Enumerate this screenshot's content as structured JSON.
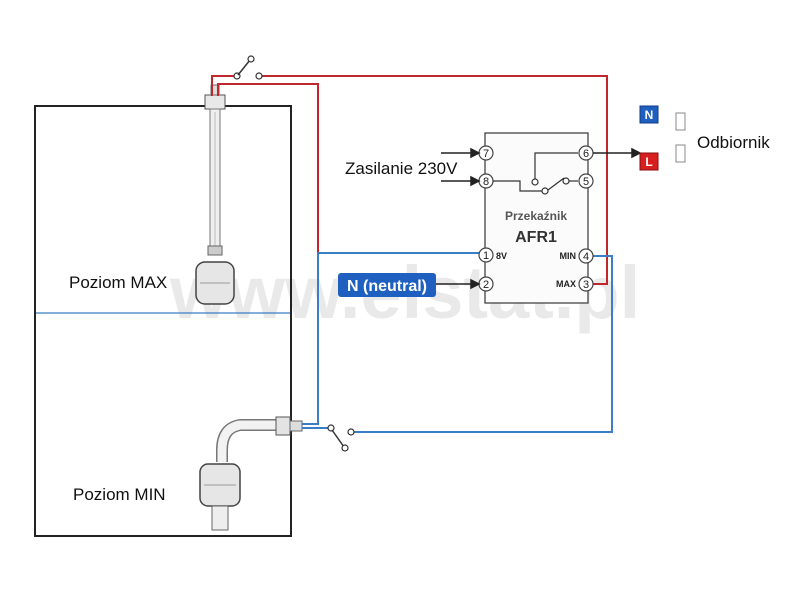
{
  "watermark": "www.elstat.pl",
  "tank": {
    "level_max_label": "Poziom MAX",
    "level_min_label": "Poziom MIN"
  },
  "relay": {
    "title": "Przekaźnik",
    "model": "AFR1",
    "terminals": [
      "1",
      "2",
      "3",
      "4",
      "5",
      "6",
      "7",
      "8"
    ],
    "label_8v": "8V",
    "label_min": "MIN",
    "label_max": "MAX"
  },
  "supply": {
    "label": "Zasilanie 230V"
  },
  "neutral": {
    "label": "N (neutral)"
  },
  "receiver": {
    "label": "Odbiornik",
    "n_badge": "N",
    "l_badge": "L"
  },
  "colors": {
    "red_wire": "#c0272d",
    "blue_wire": "#3a7fc4",
    "badge_blue": "#1f5fbf",
    "badge_red": "#d81f1f",
    "neutral_bg": "#1f5fbf"
  }
}
